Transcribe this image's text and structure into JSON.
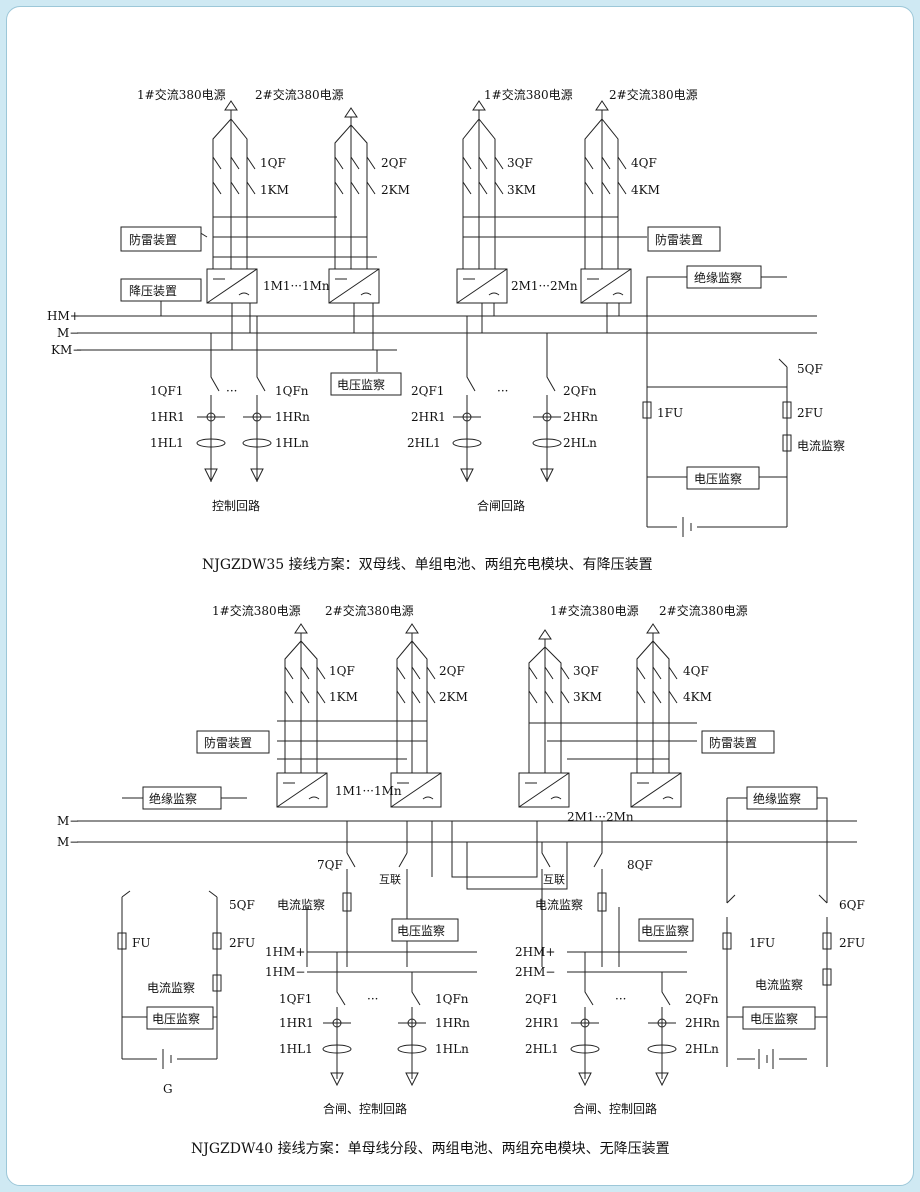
{
  "colors": {
    "frame": "#cfe9f3",
    "panel": "#ffffff",
    "line": "#222222"
  },
  "d1": {
    "caption": "NJGZDW35 接线方案：双母线、单组电池、两组充电模块、有降压装置",
    "sources": [
      "1#交流380电源",
      "2#交流380电源",
      "1#交流380电源",
      "2#交流380电源"
    ],
    "switches": [
      "1QF",
      "1KM",
      "2QF",
      "2KM",
      "3QF",
      "3KM",
      "4QF",
      "4KM",
      "5QF"
    ],
    "lightning": "防雷装置",
    "step_down": "降压装置",
    "insulation": "绝缘监察",
    "voltage_mon": "电压监察",
    "current_mon": "电流监察",
    "modules": [
      "1M1···1Mn",
      "2M1···2Mn"
    ],
    "buses": [
      "HM+",
      "M−",
      "KM−"
    ],
    "feeders_left": [
      "1QF1",
      "1HR1",
      "1HL1",
      "1QFn",
      "1HRn",
      "1HLn"
    ],
    "feeders_right": [
      "2QF1",
      "2HR1",
      "2HL1",
      "2QFn",
      "2HRn",
      "2HLn"
    ],
    "fuses": [
      "1FU",
      "2FU"
    ],
    "dots": "···",
    "circuit_ctrl": "控制回路",
    "circuit_close": "合闸回路"
  },
  "d2": {
    "caption": "NJGZDW40 接线方案：单母线分段、两组电池、两组充电模块、无降压装置",
    "sources": [
      "1#交流380电源",
      "2#交流380电源",
      "1#交流380电源",
      "2#交流380电源"
    ],
    "switches": [
      "1QF",
      "1KM",
      "2QF",
      "2KM",
      "3QF",
      "3KM",
      "4QF",
      "4KM",
      "5QF",
      "6QF",
      "7QF",
      "8QF"
    ],
    "lightning": "防雷装置",
    "insulation": "绝缘监察",
    "voltage_mon": "电压监察",
    "current_mon": "电流监察",
    "modules": [
      "1M1···1Mn",
      "2M1···2Mn"
    ],
    "buses": [
      "M−",
      "M−"
    ],
    "sub_buses": [
      "1HM+",
      "1HM−",
      "2HM+",
      "2HM−"
    ],
    "tie": "互联",
    "feeders_left": [
      "1QF1",
      "1HR1",
      "1HL1",
      "1QFn",
      "1HRn",
      "1HLn"
    ],
    "feeders_right": [
      "2QF1",
      "2HR1",
      "2HL1",
      "2QFn",
      "2HRn",
      "2HLn"
    ],
    "fuses": [
      "FU",
      "2FU",
      "1FU",
      "2FU"
    ],
    "battery": "G",
    "dots": "···",
    "circuit": "合闸、控制回路"
  }
}
